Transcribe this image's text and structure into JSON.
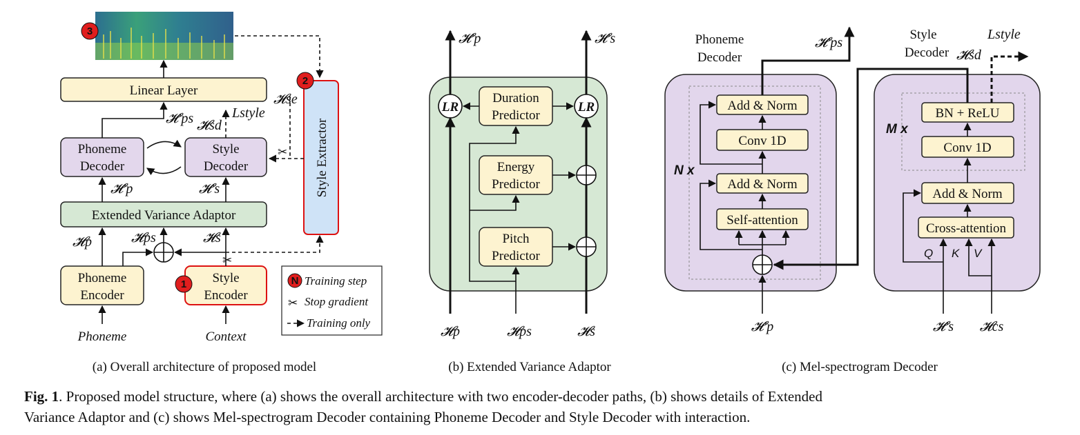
{
  "panel_a": {
    "linear_layer": "Linear Layer",
    "phoneme_decoder": [
      "Phoneme",
      "Decoder"
    ],
    "style_decoder": [
      "Style",
      "Decoder"
    ],
    "extended_variance_adaptor": "Extended Variance Adaptor",
    "phoneme_encoder": [
      "Phoneme",
      "Encoder"
    ],
    "style_encoder": [
      "Style",
      "Encoder"
    ],
    "style_extractor": "Style Extractor",
    "input_phoneme": "Phoneme",
    "input_context": "Context",
    "h_se": "𝓗se",
    "h_ps_prime": "𝓗′ps",
    "h_sd": "𝓗sd",
    "l_style": "Lstyle",
    "h_p_prime": "𝓗′p",
    "h_s_prime": "𝓗′s",
    "h_p": "𝓗p",
    "h_ps": "𝓗ps",
    "h_s": "𝓗s",
    "step_badges": [
      "1",
      "2",
      "3"
    ],
    "legend": {
      "badge": "N",
      "training_step": "Training step",
      "stop_gradient": "Stop gradient",
      "training_only": "Training only"
    },
    "caption": "(a) Overall architecture of proposed model"
  },
  "panel_b": {
    "out_hp_prime": "𝓗′p",
    "out_hs_prime": "𝓗′s",
    "lr_label": "LR",
    "duration_predictor": [
      "Duration",
      "Predictor"
    ],
    "energy_predictor": [
      "Energy",
      "Predictor"
    ],
    "pitch_predictor": [
      "Pitch",
      "Predictor"
    ],
    "in_hp": "𝓗p",
    "in_hps": "𝓗ps",
    "in_hs": "𝓗s",
    "caption": "(b) Extended Variance Adaptor"
  },
  "panel_c": {
    "phoneme_decoder_title": [
      "Phoneme",
      "Decoder"
    ],
    "style_decoder_title": [
      "Style",
      "Decoder"
    ],
    "out_hps_prime": "𝓗′ps",
    "out_hsd": "𝓗sd",
    "l_style": "Lstyle",
    "add_norm": "Add & Norm",
    "conv1d": "Conv 1D",
    "self_attention": "Self-attention",
    "cross_attention": "Cross-attention",
    "bn_relu": "BN + ReLU",
    "n_x": "N x",
    "m_x": "M x",
    "q": "Q",
    "k": "K",
    "v": "V",
    "in_hp_prime": "𝓗′p",
    "in_hs_prime": "𝓗′s",
    "in_hcs": "𝓗cs",
    "caption": "(c) Mel-spectrogram Decoder"
  },
  "figure_caption": {
    "label": "Fig. 1",
    "line1": ". Proposed model structure, where (a) shows the overall architecture with two encoder-decoder paths, (b) shows details of Extended",
    "line2": "Variance Adaptor and (c) shows Mel-spectrogram Decoder containing Phoneme Decoder and Style Decoder with interaction."
  },
  "colors": {
    "yellow_box": "#fdf3d0",
    "green_box": "#d6e8d4",
    "purple_box": "#e3d7ec",
    "blue_box": "#cfe3f7",
    "badge_red": "#e01e1e"
  }
}
